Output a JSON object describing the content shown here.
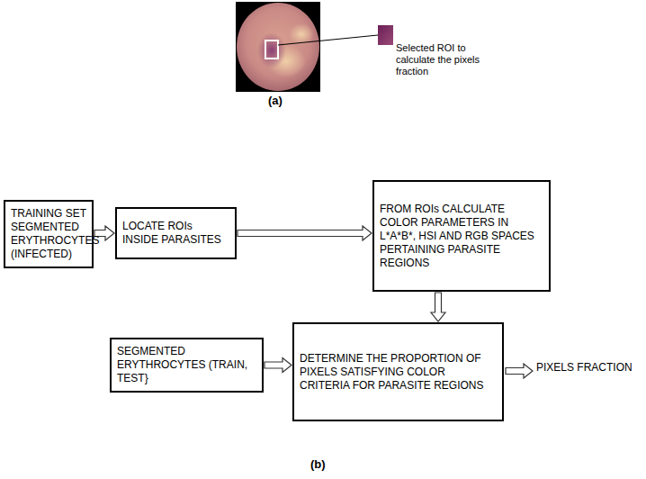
{
  "diagram": {
    "nodes": [
      {
        "text": [
          "TRAINING SET SEGMENTED ERYTHROCYTES (INFECTED)"
        ]
      },
      {
        "text": [
          "LOCATE ROIs INSIDE PARASITES"
        ]
      },
      {
        "text": [
          "FROM ROIs CALCULATE COLOR PARAMETERS IN L*A*B*, HSI AND RGB SPACES PERTAINING PARASITE REGIONS"
        ]
      },
      {
        "text": [
          "SEGMENTED ERYTHROCYTES (TRAIN, TEST}"
        ]
      },
      {
        "text": [
          "DETERMINE THE PROPORTION OF PIXELS SATISFYING COLOR CRITERIA FOR PARASITE REGIONS"
        ]
      }
    ],
    "edges": [
      {
        "from": 0,
        "to": 1,
        "arrow": "to"
      },
      {
        "from": 1,
        "to": 2,
        "arrow": "to"
      },
      {
        "from": 2,
        "to": 4,
        "arrow": "to"
      },
      {
        "from": 3,
        "to": 4,
        "arrow": "to"
      }
    ],
    "labels": [
      "Selected ROI to calculate the pixels fraction",
      "(a)",
      "(b)",
      "PIXELS FRACTION"
    ]
  }
}
